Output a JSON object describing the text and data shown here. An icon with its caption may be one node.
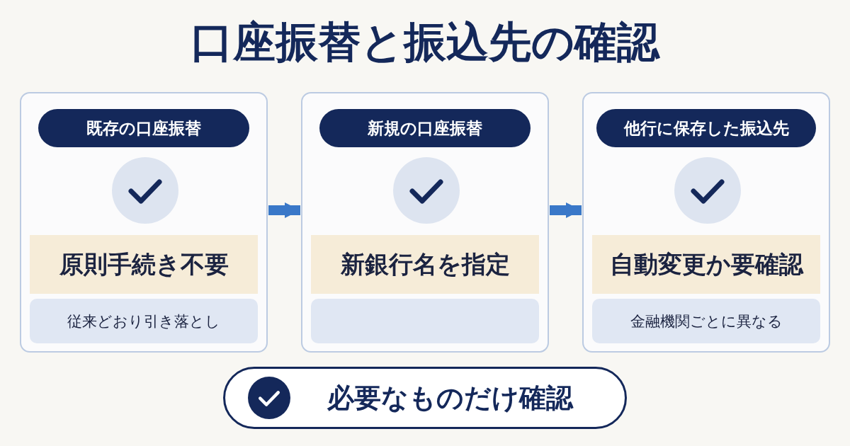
{
  "diagram": {
    "title": "口座振替と振込先の確認",
    "nodes": [
      {
        "text": [],
        "shape": "box"
      },
      {
        "text": [
          "既存の口座振替"
        ],
        "in": 0
      },
      {
        "text": [
          "原則手続き不要"
        ],
        "in": 0
      },
      {
        "text": [
          "従来どおり引き落とし"
        ],
        "in": 0
      },
      {
        "text": [],
        "shape": "box"
      },
      {
        "text": [
          "新規の口座振替"
        ],
        "in": 4
      },
      {
        "text": [
          "新銀行名を指定"
        ],
        "in": 4
      },
      {
        "text": [],
        "shape": "box",
        "in": 4
      },
      {
        "text": [],
        "shape": "box"
      },
      {
        "text": [
          "他行に保存した振込先"
        ],
        "in": 8
      },
      {
        "text": [
          "自動変更か要確認"
        ],
        "in": 8
      },
      {
        "text": [
          "金融機関ごとに異なる"
        ],
        "in": 8
      },
      {
        "text": [
          "必要なものだけ確認"
        ]
      }
    ],
    "edges": [
      {
        "from": 0,
        "to": 4,
        "arrow": "to",
        "color": "#3a78c8"
      },
      {
        "from": 4,
        "to": 8,
        "arrow": "to",
        "color": "#3a78c8"
      }
    ]
  }
}
